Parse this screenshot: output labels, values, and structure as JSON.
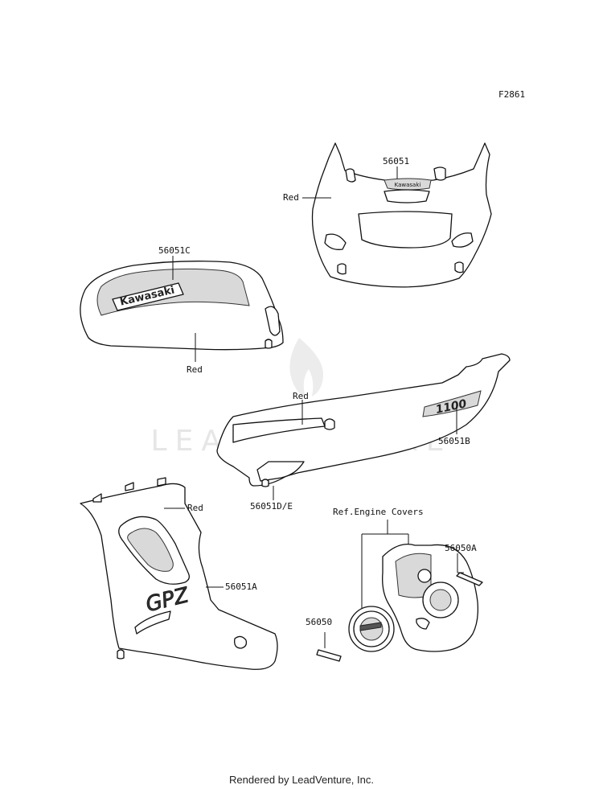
{
  "figure_code": "F2861",
  "watermark": "LEADVENTURE",
  "footer": "Rendered by LeadVenture, Inc.",
  "labels": {
    "upper_cowl_part": "56051",
    "upper_cowl_color": "Red",
    "tank_part": "56051C",
    "tank_color": "Red",
    "side_cover_part": "56051B",
    "side_cover_color": "Red",
    "side_cover_lower_part": "56051D/E",
    "lower_cowl_part": "56051A",
    "lower_cowl_color": "Red",
    "engine_ref": "Ref.Engine Covers",
    "engine_right_part": "56050A",
    "engine_left_part": "56050"
  },
  "decal_text": {
    "cowl_logo": "Kawasaki",
    "tank_logo": "Kawasaki",
    "tail_logo": "1100",
    "lower_logo": "GPZ"
  }
}
